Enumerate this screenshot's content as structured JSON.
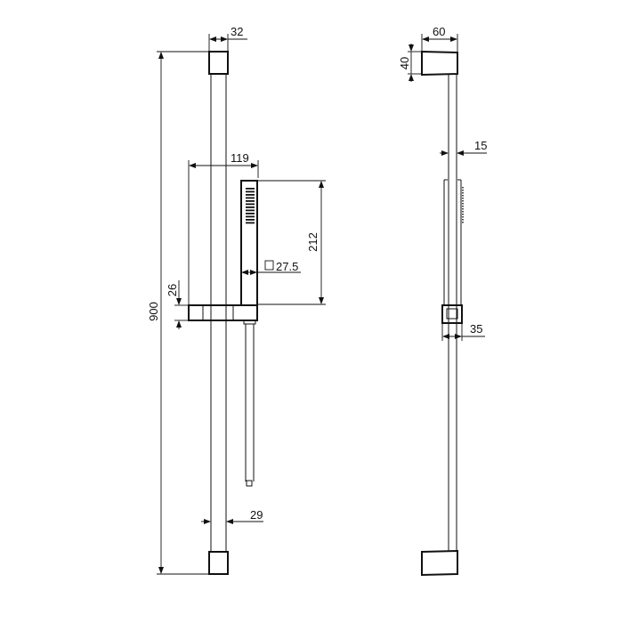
{
  "front_view": {
    "dim_overall_height": "900",
    "dim_rail_top_width": "32",
    "dim_holder_reach": "119",
    "dim_handshower_length": "212",
    "dim_handshower_section": "27.5",
    "dim_holder_height": "26",
    "dim_rail_width": "29"
  },
  "side_view": {
    "dim_bracket_depth": "60",
    "dim_bracket_height": "40",
    "dim_rail_depth": "15",
    "dim_slider_depth": "35"
  },
  "colors": {
    "line": "#111111",
    "background": "#ffffff"
  }
}
